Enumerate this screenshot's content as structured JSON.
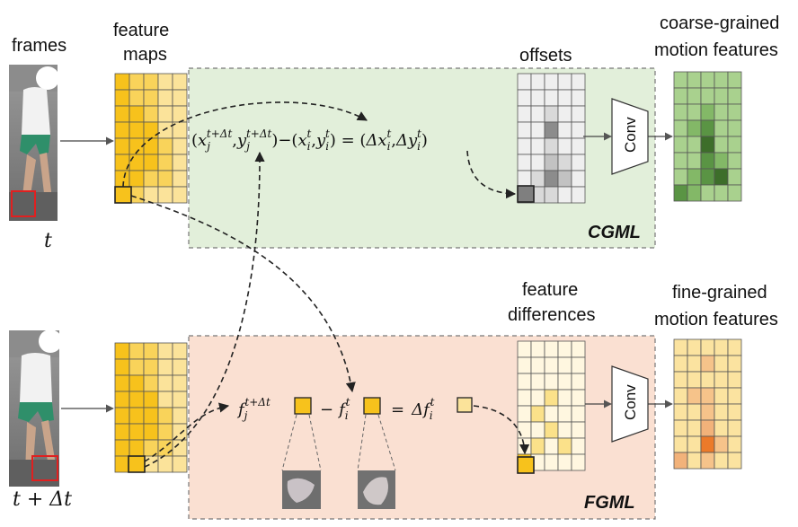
{
  "labels": {
    "frames": "frames",
    "feature_line1": "feature",
    "feature_line2": "maps",
    "offsets": "offsets",
    "coarse_line1": "coarse-grained",
    "coarse_line2": "motion features",
    "feat_diff_line1": "feature",
    "feat_diff_line2": "differences",
    "fine_line1": "fine-grained",
    "fine_line2": "motion features",
    "time_t": "t",
    "time_t_dt": "t + Δt",
    "cgml": "CGML",
    "fgml": "FGML",
    "conv": "Conv"
  },
  "equations": {
    "top": {
      "open1": "(",
      "x": "x",
      "x_sub": "j",
      "x_sup": "t+Δt",
      "comma1": ",",
      "y": "y",
      "y_sub": "j",
      "y_sup": "t+Δt",
      "close_minus_open": ")−(",
      "x2": "x",
      "x2_sub": "i",
      "x2_sup": "t",
      "comma2": ",",
      "y2": "y",
      "y2_sub": "i",
      "y2_sup": "t",
      "close_eq_open": ") = (",
      "dx": "Δx",
      "dx_sub": "i",
      "dx_sup": "t",
      "comma3": ",",
      "dy": "Δy",
      "dy_sub": "i",
      "dy_sup": "t",
      "close": ")"
    },
    "bottom": {
      "f1": "f",
      "f1_sub": "j",
      "f1_sup": "t+Δt",
      "minus": "−",
      "f2": "f",
      "f2_sub": "i",
      "f2_sup": "t",
      "eq": "=",
      "df": "Δf",
      "df_sub": "i",
      "df_sup": "t"
    }
  },
  "colors": {
    "cgml_bg": "#e2efda",
    "fgml_bg": "#fae0d2",
    "feature_yellow": "#f7c21c",
    "feature_light": "#fbe39a",
    "offset_base": "#efefef",
    "coarse_base": "#a9d18e",
    "fine_base": "#fbe3a0"
  },
  "grids": {
    "feature_map_top": [
      [
        0,
        1,
        1,
        2,
        2
      ],
      [
        0,
        1,
        1,
        2,
        2
      ],
      [
        0,
        0,
        1,
        2,
        2
      ],
      [
        0,
        0,
        0,
        2,
        2
      ],
      [
        0,
        0,
        0,
        1,
        2
      ],
      [
        0,
        0,
        0,
        1,
        2
      ],
      [
        0,
        0,
        1,
        1,
        2
      ],
      [
        0,
        1,
        2,
        2,
        2
      ]
    ],
    "feature_map_bottom": [
      [
        0,
        1,
        1,
        2,
        2
      ],
      [
        0,
        1,
        1,
        2,
        2
      ],
      [
        0,
        0,
        1,
        2,
        2
      ],
      [
        0,
        0,
        0,
        2,
        2
      ],
      [
        0,
        0,
        0,
        1,
        2
      ],
      [
        0,
        0,
        0,
        1,
        2
      ],
      [
        0,
        0,
        1,
        1,
        2
      ],
      [
        0,
        1,
        2,
        2,
        2
      ]
    ],
    "offsets": [
      [
        0,
        0,
        0,
        0,
        0
      ],
      [
        0,
        0,
        0,
        0,
        0
      ],
      [
        0,
        0,
        1,
        0,
        0
      ],
      [
        0,
        0,
        3,
        0,
        0
      ],
      [
        0,
        0,
        1,
        0,
        0
      ],
      [
        0,
        0,
        2,
        1,
        0
      ],
      [
        0,
        1,
        3,
        2,
        0
      ],
      [
        4,
        1,
        1,
        0,
        0
      ]
    ],
    "coarse": [
      [
        0,
        0,
        0,
        0,
        0
      ],
      [
        0,
        0,
        0,
        0,
        0
      ],
      [
        0,
        0,
        1,
        0,
        0
      ],
      [
        0,
        1,
        2,
        0,
        0
      ],
      [
        0,
        0,
        3,
        0,
        0
      ],
      [
        0,
        0,
        2,
        1,
        0
      ],
      [
        0,
        1,
        2,
        3,
        0
      ],
      [
        2,
        1,
        0,
        0,
        0
      ]
    ],
    "feat_diff": [
      [
        0,
        0,
        0,
        0,
        0
      ],
      [
        0,
        0,
        0,
        0,
        0
      ],
      [
        0,
        0,
        0,
        0,
        0
      ],
      [
        0,
        0,
        1,
        0,
        0
      ],
      [
        0,
        1,
        0,
        0,
        0
      ],
      [
        0,
        0,
        1,
        0,
        0
      ],
      [
        0,
        1,
        0,
        1,
        0
      ],
      [
        2,
        0,
        0,
        0,
        0
      ]
    ],
    "fine": [
      [
        0,
        0,
        0,
        0,
        0
      ],
      [
        0,
        0,
        1,
        0,
        0
      ],
      [
        0,
        0,
        0,
        0,
        0
      ],
      [
        0,
        1,
        1,
        0,
        0
      ],
      [
        0,
        0,
        1,
        0,
        0
      ],
      [
        0,
        0,
        2,
        0,
        0
      ],
      [
        0,
        0,
        3,
        1,
        0
      ],
      [
        2,
        0,
        1,
        0,
        0
      ]
    ]
  }
}
